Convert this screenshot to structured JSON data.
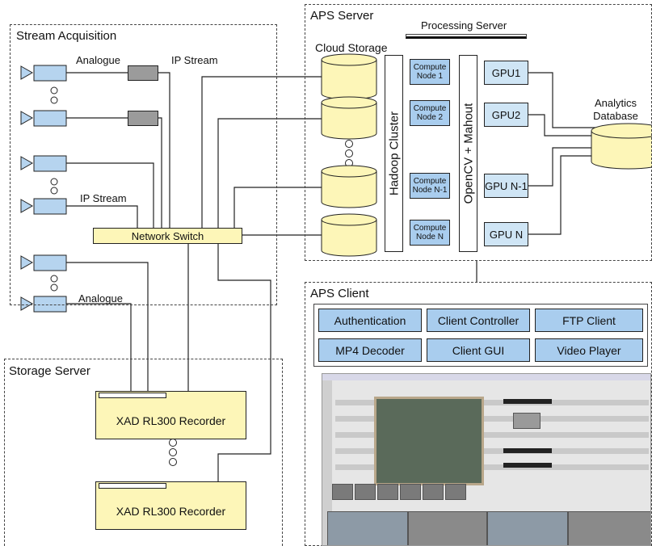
{
  "regions": {
    "stream_acquisition": "Stream Acquisition",
    "aps_server": "APS Server",
    "processing_server": "Processing Server",
    "cloud_storage": "Cloud Storage",
    "aps_client": "APS Client",
    "storage_server": "Storage Server"
  },
  "labels": {
    "analogue_top": "Analogue",
    "ip_stream_top": "IP Stream",
    "ip_stream_mid": "IP Stream",
    "analogue_bottom": "Analogue",
    "network_switch": "Network Switch",
    "hadoop": "Hadoop Cluster",
    "opencv": "OpenCV + Mahout",
    "analytics_db": "Analytics Database"
  },
  "compute_nodes": [
    "Compute Node 1",
    "Compute Node 2",
    "Compute Node N-1",
    "Compute Node N"
  ],
  "gpus": [
    "GPU1",
    "GPU2",
    "GPU N-1",
    "GPU N"
  ],
  "client_modules": [
    "Authentication",
    "Client Controller",
    "FTP Client",
    "MP4 Decoder",
    "Client GUI",
    "Video Player"
  ],
  "recorders": [
    "XAD RL300 Recorder",
    "XAD RL300 Recorder"
  ],
  "colors": {
    "yellow": "#fdf6b8",
    "blue": "#a9cdee",
    "light_blue": "#cfe5f5",
    "converter_grey": "#9b9b9b"
  }
}
